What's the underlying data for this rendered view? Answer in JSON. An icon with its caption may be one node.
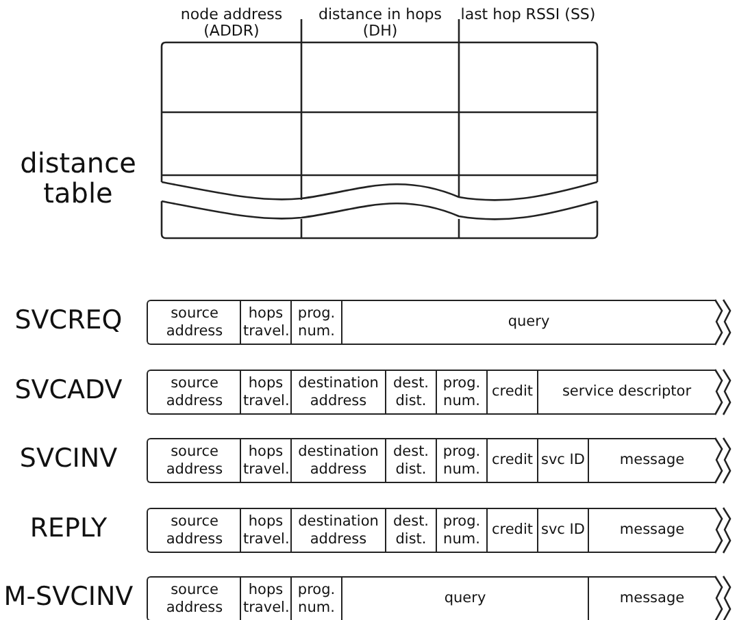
{
  "diagram": {
    "labels": [
      "node address (ADDR)",
      "distance in hops (DH)",
      "last hop RSSI (SS)",
      "distance table",
      "SVCREQ",
      "source address",
      "hops travel.",
      "prog. num.",
      "query",
      "SVCADV",
      "source address",
      "hops travel.",
      "destination address",
      "dest. dist.",
      "prog. num.",
      "credit",
      "service descriptor",
      "SVCINV",
      "source address",
      "hops travel.",
      "destination address",
      "dest. dist.",
      "prog. num.",
      "credit",
      "svc ID",
      "message",
      "REPLY",
      "source address",
      "hops travel.",
      "destination address",
      "dest. dist.",
      "prog. num.",
      "credit",
      "svc ID",
      "message",
      "M-SVCINV",
      "source address",
      "hops travel.",
      "prog. num.",
      "query",
      "message"
    ]
  }
}
